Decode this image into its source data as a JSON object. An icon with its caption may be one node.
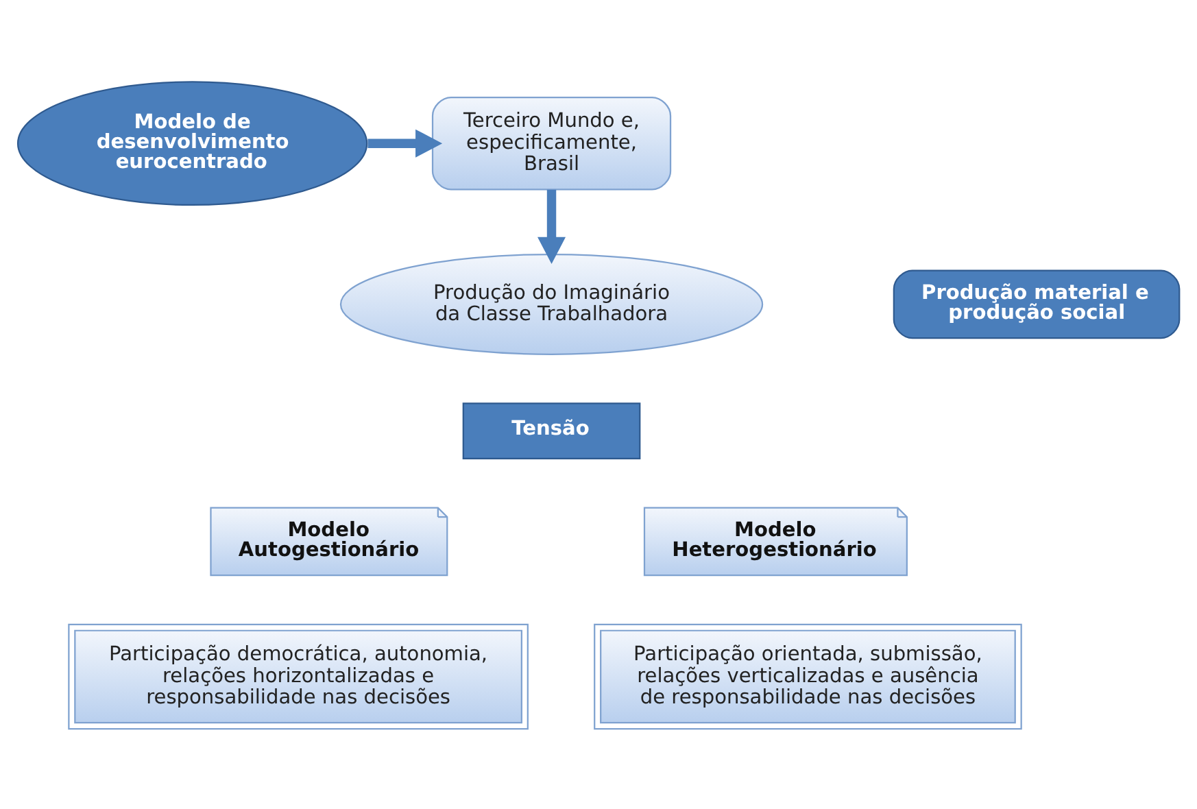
{
  "diagram": {
    "nodes": [
      {
        "text": [
          "Modelo de desenvolvimento eurocentrado"
        ]
      },
      {
        "text": [
          "Terceiro Mundo e, especificamente, Brasil"
        ]
      },
      {
        "text": [
          "Produção do Imaginário da Classe Trabalhadora"
        ]
      },
      {
        "text": [
          "Produção material e produção social"
        ]
      },
      {
        "text": [
          "Tensão"
        ]
      },
      {
        "text": [
          "Modelo Autogestionário"
        ]
      },
      {
        "text": [
          "Modelo Heterogestionário"
        ]
      },
      {
        "text": [
          "Participação democrática, autonomia, relações horizontalizadas e responsabilidade nas decisões"
        ]
      },
      {
        "text": [
          "Participação orientada, submissão, relações verticalizadas e ausência de responsabilidade nas decisões"
        ]
      }
    ],
    "edges": [
      {
        "from": 0,
        "to": 1,
        "arrow": "to"
      },
      {
        "from": 1,
        "to": 2,
        "arrow": "to"
      }
    ]
  }
}
